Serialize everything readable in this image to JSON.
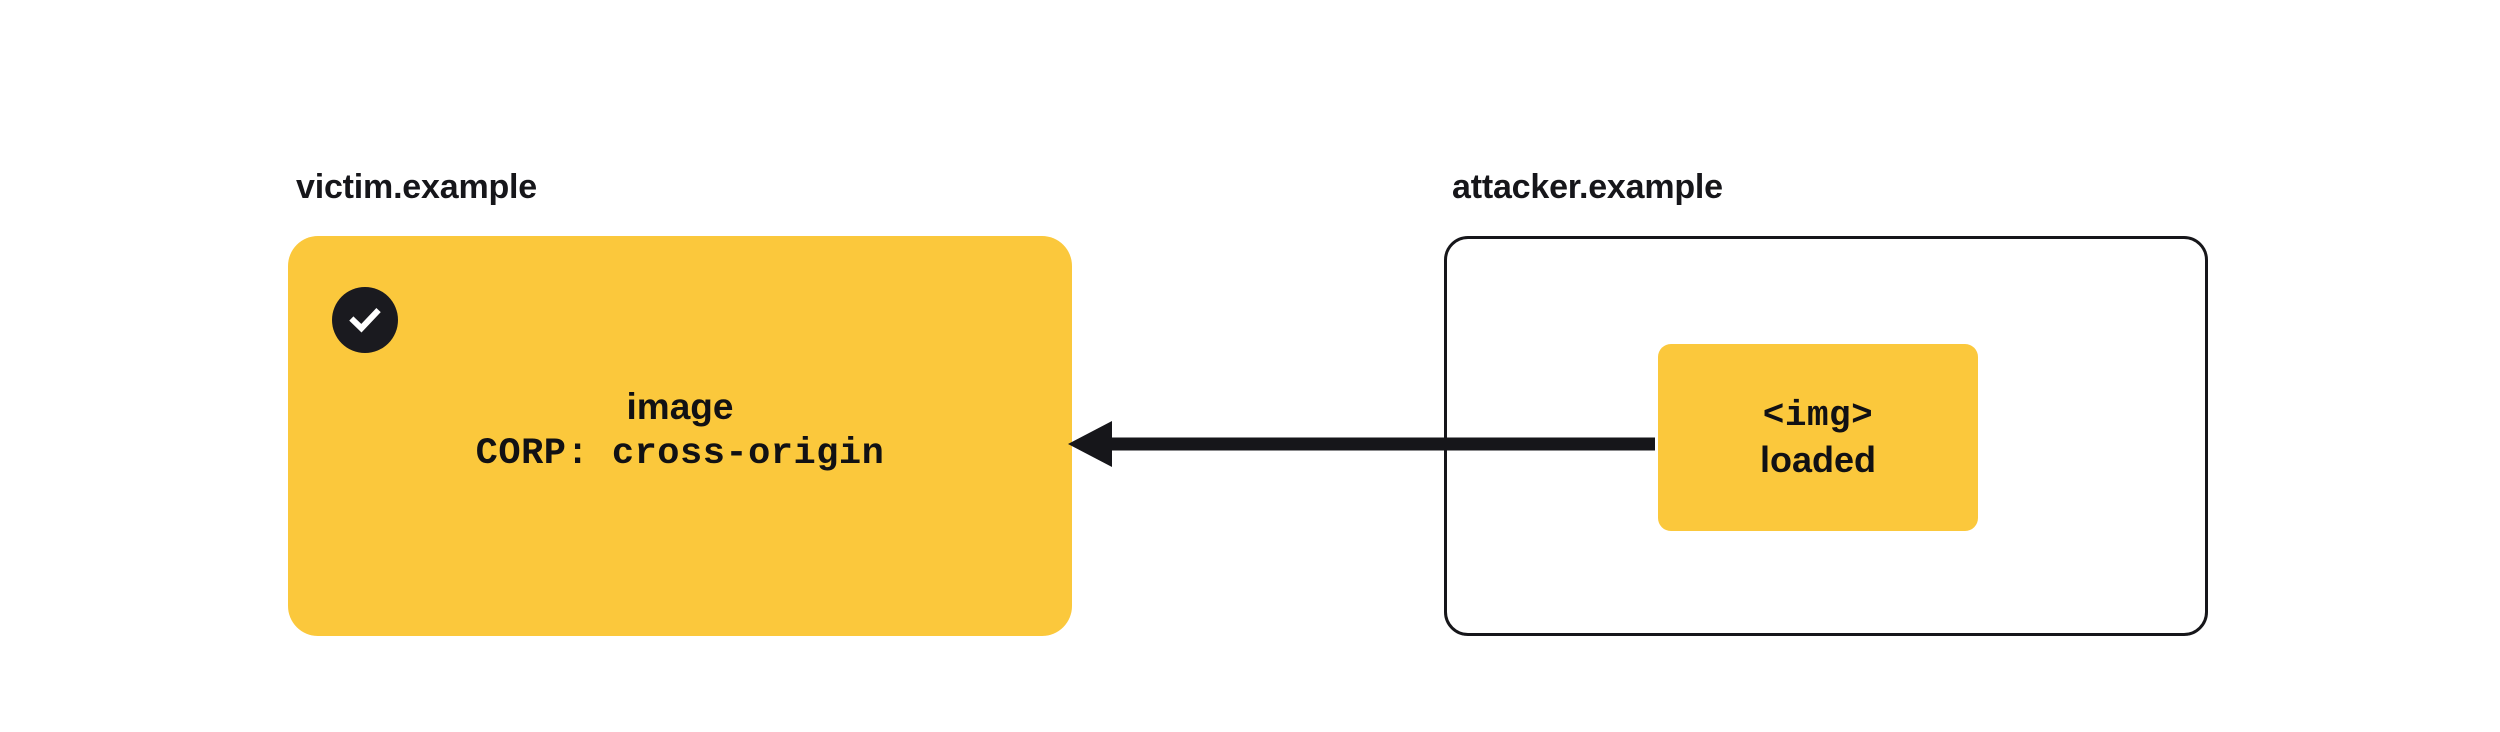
{
  "diagram": {
    "title_victim": "victim.example",
    "title_attacker": "attacker.example",
    "background_color": "#ffffff",
    "accent_color": "#FBC83C",
    "ink_color": "#16161a"
  },
  "victim_panel": {
    "title": "victim.example",
    "badge_icon": "check-circle-icon",
    "badge_state": "allowed",
    "resource_label": "image",
    "header_label": "CORP: cross-origin",
    "fill_color": "#FBC83C"
  },
  "attacker_panel": {
    "title": "attacker.example",
    "border_color": "#16161a",
    "fill_color": "#ffffff",
    "chip": {
      "element_label": "<img>",
      "status_label": "loaded",
      "fill_color": "#FBC83C"
    }
  },
  "arrow": {
    "icon": "arrow-left-icon",
    "direction": "right-to-left",
    "from": "attacker.example <img>",
    "to": "victim.example image",
    "color": "#16161a"
  }
}
